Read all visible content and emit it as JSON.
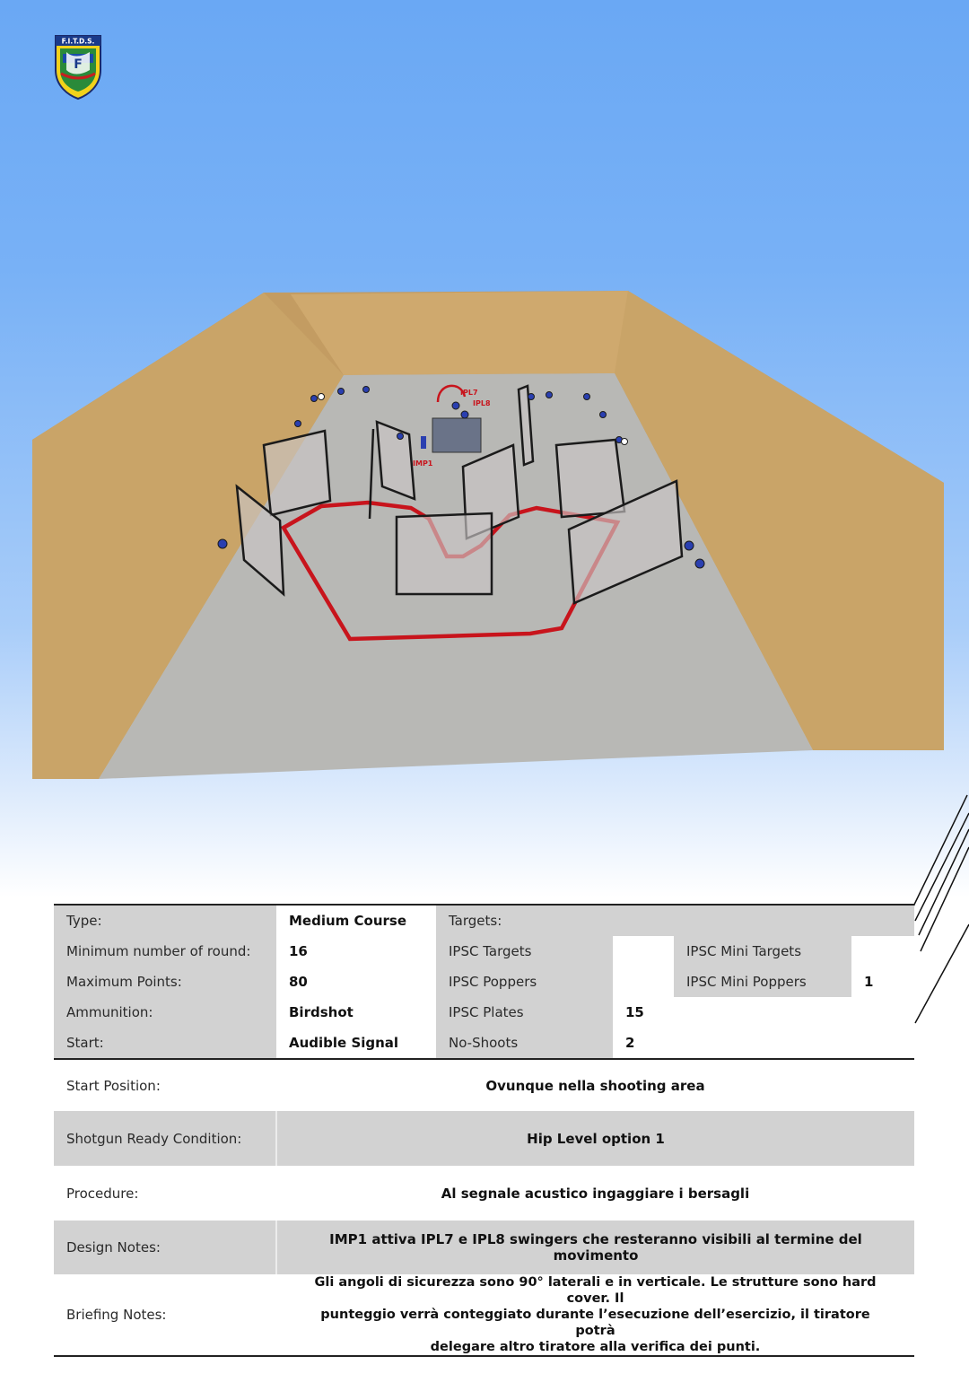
{
  "logo": {
    "text": "F.I.T.D.S."
  },
  "stage_labels": {
    "swinger_1": "IPL7",
    "swinger_2": "IPL8",
    "activator": "IMP1"
  },
  "info": {
    "type_label": "Type:",
    "type_value": "Medium Course",
    "min_rounds_label": "Minimum number of round:",
    "min_rounds_value": "16",
    "max_points_label": "Maximum Points:",
    "max_points_value": "80",
    "ammo_label": "Ammunition:",
    "ammo_value": "Birdshot",
    "start_label": "Start:",
    "start_value": "Audible Signal"
  },
  "targets": {
    "header": "Targets:",
    "ipsc_targets_label": "IPSC Targets",
    "ipsc_targets_value": "",
    "ipsc_mini_targets_label": "IPSC Mini Targets",
    "ipsc_mini_targets_value": "",
    "ipsc_poppers_label": "IPSC Poppers",
    "ipsc_poppers_value": "",
    "ipsc_mini_poppers_label": "IPSC Mini Poppers",
    "ipsc_mini_poppers_value": "1",
    "ipsc_plates_label": "IPSC Plates",
    "ipsc_plates_value": "15",
    "no_shoots_label": "No-Shoots",
    "no_shoots_value": "2"
  },
  "notes": {
    "start_position_label": "Start Position:",
    "start_position_value": "Ovunque nella shooting area",
    "ready_condition_label": "Shotgun Ready Condition:",
    "ready_condition_value": "Hip Level option 1",
    "procedure_label": "Procedure:",
    "procedure_value": "Al segnale acustico ingaggiare i bersagli",
    "design_notes_label": "Design Notes:",
    "design_notes_value": "IMP1 attiva IPL7 e IPL8 swingers che resteranno visibili al termine del movimento",
    "briefing_notes_label": "Briefing Notes:",
    "briefing_line_1": "Gli angoli di sicurezza sono 90° laterali e in verticale. Le strutture sono hard cover. Il",
    "briefing_line_2": "punteggio verrà conteggiato durante l’esecuzione dell’esercizio, il tiratore potrà",
    "briefing_line_3": "delegare altro tiratore alla verifica dei punti."
  },
  "colors": {
    "sky_top": "#6aa8f4",
    "table_gray": "#d2d2d2",
    "fault_line": "#c8141c",
    "berm": "#c8a46c",
    "ground": "#b7b7b4"
  }
}
